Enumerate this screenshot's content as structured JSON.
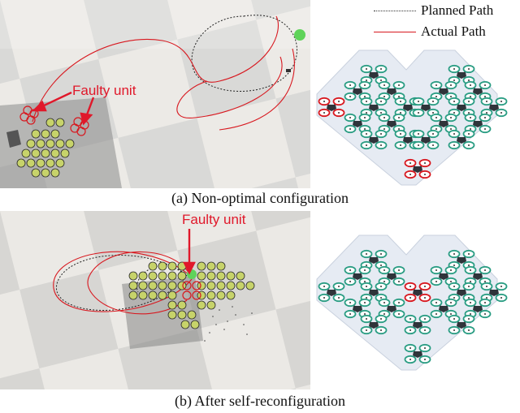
{
  "legend": {
    "planned": "Planned Path",
    "actual": "Actual Path",
    "planned_color": "#333333",
    "actual_color": "#d8181f"
  },
  "panel_a": {
    "caption": "(a) Non-optimal configuration",
    "annotation": "Faulty unit"
  },
  "panel_b": {
    "caption": "(b) After self-reconfiguration",
    "annotation": "Faulty unit"
  },
  "colors": {
    "annotation": "#e0182a",
    "normal_rotor": "#2a9d83",
    "faulty_rotor": "#d8181f",
    "goal": "#5fd35a",
    "diagram_bg": "#e6ebf3"
  }
}
